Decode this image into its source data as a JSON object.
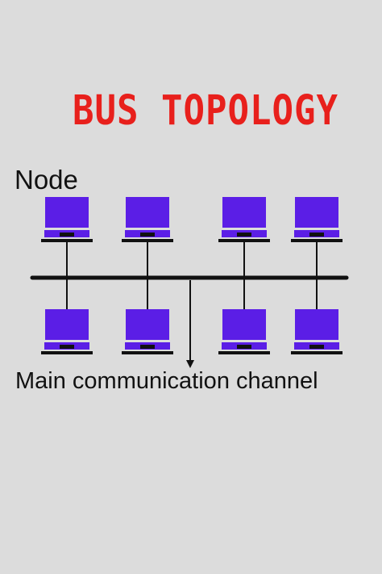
{
  "title": "BUS TOPOLOGY",
  "labels": {
    "node": "Node",
    "channel": "Main communication channel"
  },
  "colors": {
    "background": "#dcdcdc",
    "title": "#e8201c",
    "laptop_screen": "#5b1ee6",
    "line": "#111111"
  },
  "nodes": {
    "top_row": [
      "laptop",
      "laptop",
      "laptop",
      "laptop"
    ],
    "bottom_row": [
      "laptop",
      "laptop",
      "laptop",
      "laptop"
    ]
  }
}
